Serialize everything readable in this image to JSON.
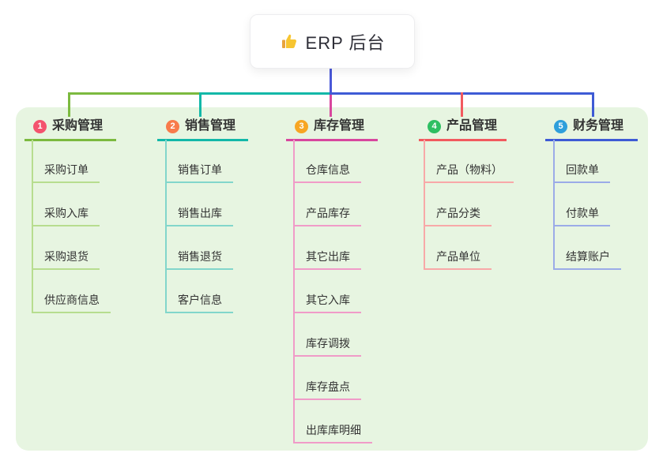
{
  "root": {
    "label": "ERP 后台",
    "icon": "thumbs-up",
    "line_color": "#4A58D8"
  },
  "branches": [
    {
      "number": "1",
      "label": "采购管理",
      "color": "#7CBA3F",
      "light_color": "#B7DD8F",
      "badge_color": "#F4536E",
      "children": [
        "采购订单",
        "采购入库",
        "采购退货",
        "供应商信息"
      ]
    },
    {
      "number": "2",
      "label": "销售管理",
      "color": "#13B8A8",
      "light_color": "#82D6CB",
      "badge_color": "#F87B4B",
      "children": [
        "销售订单",
        "销售出库",
        "销售退货",
        "客户信息"
      ]
    },
    {
      "number": "3",
      "label": "库存管理",
      "color": "#D8479E",
      "light_color": "#F09BC8",
      "badge_color": "#F7A623",
      "children": [
        "仓库信息",
        "产品库存",
        "其它出库",
        "其它入库",
        "库存调拨",
        "库存盘点",
        "出库库明细"
      ]
    },
    {
      "number": "4",
      "label": "产品管理",
      "color": "#F25A5F",
      "light_color": "#F8A8A8",
      "badge_color": "#2EBF62",
      "children": [
        "产品（物料）",
        "产品分类",
        "产品单位"
      ]
    },
    {
      "number": "5",
      "label": "财务管理",
      "color": "#3E5BD5",
      "light_color": "#9BABE8",
      "badge_color": "#2E9FDB",
      "children": [
        "回款单",
        "付款单",
        "结算账户"
      ]
    }
  ],
  "canvas": {
    "background": "#FFFFFF",
    "panel_background": "#E7F5E1",
    "text_color": "#333333"
  }
}
